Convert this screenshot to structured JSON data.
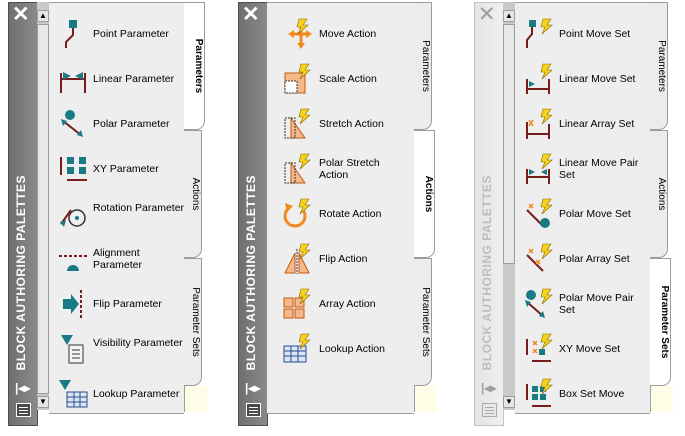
{
  "palette_title": "BLOCK AUTHORING PALETTES",
  "tabs": {
    "parameters": "Parameters",
    "actions": "Actions",
    "parameter_sets": "Parameter Sets"
  },
  "parameters_palette": [
    {
      "icon": "point-parameter-icon",
      "label": "Point Parameter"
    },
    {
      "icon": "linear-parameter-icon",
      "label": "Linear Parameter"
    },
    {
      "icon": "polar-parameter-icon",
      "label": "Polar Parameter"
    },
    {
      "icon": "xy-parameter-icon",
      "label": "XY Parameter"
    },
    {
      "icon": "rotation-parameter-icon",
      "label": "Rotation Parameter"
    },
    {
      "icon": "alignment-parameter-icon",
      "label": "Alignment Parameter"
    },
    {
      "icon": "flip-parameter-icon",
      "label": "Flip Parameter"
    },
    {
      "icon": "visibility-parameter-icon",
      "label": "Visibility Parameter"
    },
    {
      "icon": "lookup-parameter-icon",
      "label": "Lookup Parameter"
    }
  ],
  "actions_palette": [
    {
      "icon": "move-action-icon",
      "label": "Move Action"
    },
    {
      "icon": "scale-action-icon",
      "label": "Scale Action"
    },
    {
      "icon": "stretch-action-icon",
      "label": "Stretch Action"
    },
    {
      "icon": "polar-stretch-action-icon",
      "label": "Polar Stretch Action"
    },
    {
      "icon": "rotate-action-icon",
      "label": "Rotate Action"
    },
    {
      "icon": "flip-action-icon",
      "label": "Flip Action"
    },
    {
      "icon": "array-action-icon",
      "label": "Array Action"
    },
    {
      "icon": "lookup-action-icon",
      "label": "Lookup Action"
    }
  ],
  "parameter_sets_palette": [
    {
      "icon": "point-move-set-icon",
      "label": "Point Move Set"
    },
    {
      "icon": "linear-move-set-icon",
      "label": "Linear Move Set"
    },
    {
      "icon": "linear-array-set-icon",
      "label": "Linear Array Set"
    },
    {
      "icon": "linear-move-pair-set-icon",
      "label": "Linear Move Pair Set"
    },
    {
      "icon": "polar-move-set-icon",
      "label": "Polar Move Set"
    },
    {
      "icon": "polar-array-set-icon",
      "label": "Polar Array Set"
    },
    {
      "icon": "polar-move-pair-set-icon",
      "label": "Polar Move Pair Set"
    },
    {
      "icon": "xy-move-set-icon",
      "label": "XY Move Set"
    },
    {
      "icon": "box-set-move-icon",
      "label": "Box Set Move"
    }
  ],
  "colors": {
    "teal": "#1a7a84",
    "orange": "#f08a1c",
    "lightning": "#f7d21c",
    "dim": "#7a1c1c"
  }
}
